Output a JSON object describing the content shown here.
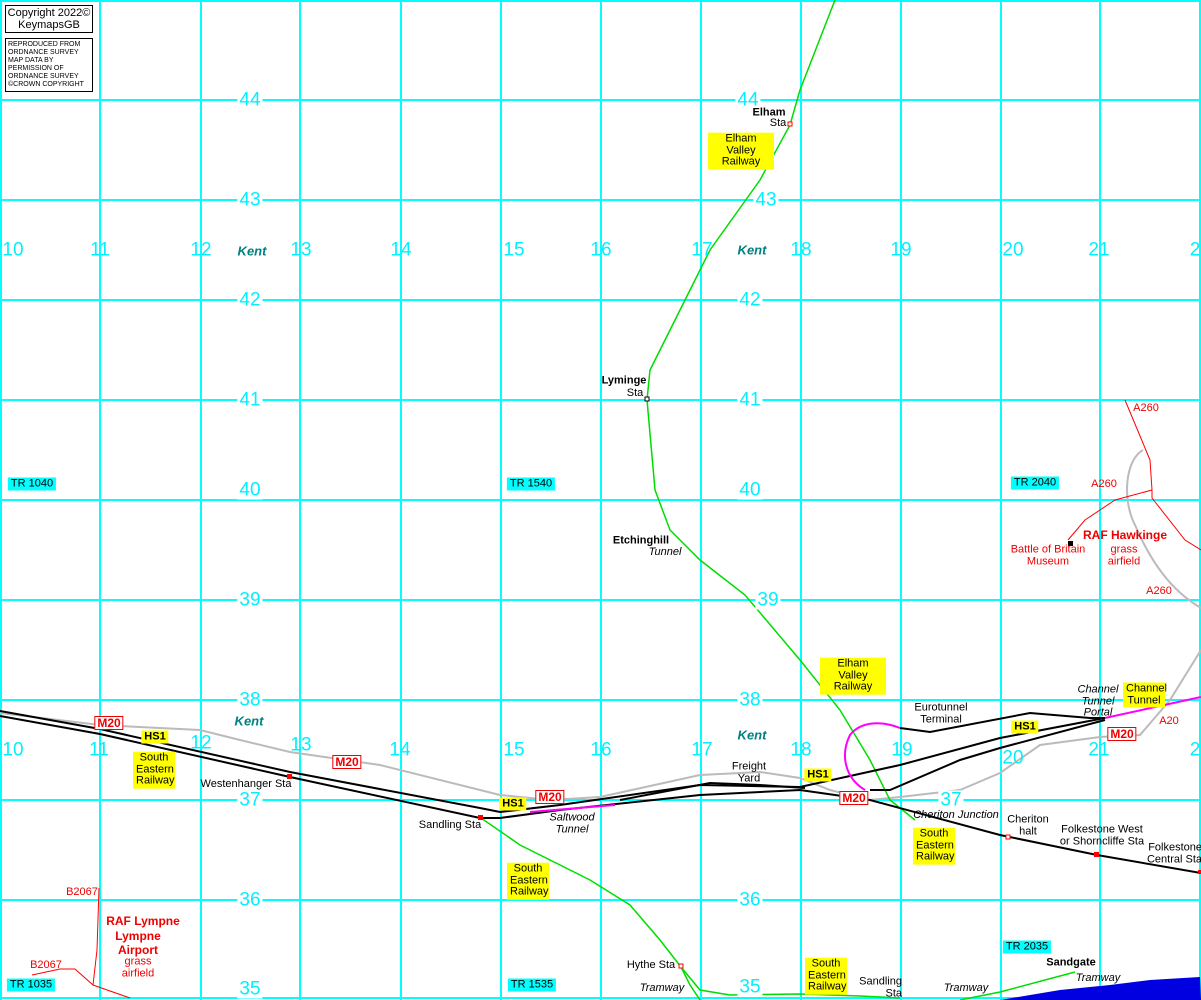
{
  "copyright": {
    "line1": "Copyright 2022©",
    "line2": "KeymapsGB"
  },
  "os_notice": [
    "REPRODUCED FROM",
    "ORDNANCE SURVEY",
    "MAP DATA BY",
    "PERMISSION OF",
    "ORDNANCE SURVEY",
    "©CROWN COPYRIGHT"
  ],
  "eastings": [
    "10",
    "11",
    "12",
    "13",
    "14",
    "15",
    "16",
    "17",
    "18",
    "19",
    "20",
    "21",
    "2"
  ],
  "northings": [
    "44",
    "43",
    "42",
    "41",
    "40",
    "39",
    "38",
    "37",
    "36",
    "35"
  ],
  "county": "Kent",
  "grid_refs": [
    "TR 1040",
    "TR 1540",
    "TR 2040",
    "TR 1035",
    "TR 1535",
    "TR 2035"
  ],
  "railways": {
    "elham": "Elham Valley Railway",
    "ser": "South Eastern Railway",
    "hs1": "HS1",
    "channel": "Channel Tunnel"
  },
  "roads": {
    "m20": "M20",
    "a260": "A260",
    "a20": "A20",
    "b2067": "B2067"
  },
  "stations": {
    "elham": "Elham",
    "elham_sta": "Sta",
    "lyminge": "Lyminge",
    "lyminge_sta": "Sta",
    "westenhanger": "Westenhanger Sta",
    "sandling": "Sandling Sta",
    "hythe": "Hythe Sta",
    "sandling2": "Sandling Sta",
    "cheriton": "Cheriton halt",
    "folkestone_west": "Folkestone West or Shorncliffe Sta",
    "folkestone_central": "Folkestone Central Sta",
    "sandgate": "Sandgate"
  },
  "features": {
    "etchinghill": "Etchinghill",
    "etchinghill_tunnel": "Tunnel",
    "saltwood": "Saltwood Tunnel",
    "freight": "Freight Yard",
    "eurotunnel": "Eurotunnel Terminal",
    "portal": "Channel Tunnel Portal",
    "cheriton_jn": "Cheriton Junction",
    "tramway": "Tramway"
  },
  "airfields": {
    "hawkinge": "RAF Hawkinge",
    "bob": "Battle of Britain Museum",
    "grass": "grass airfield",
    "lympne_raf": "RAF Lympne",
    "lympne_airport": "Lympne Airport"
  },
  "colors": {
    "grid": "#00ffff",
    "rail_green": "#00dd00",
    "rail": "#000000",
    "road_grey": "#bbbbbb",
    "tunnel": "#ff00ff",
    "road_red": "#ff0000",
    "sea": "#0000e0"
  }
}
